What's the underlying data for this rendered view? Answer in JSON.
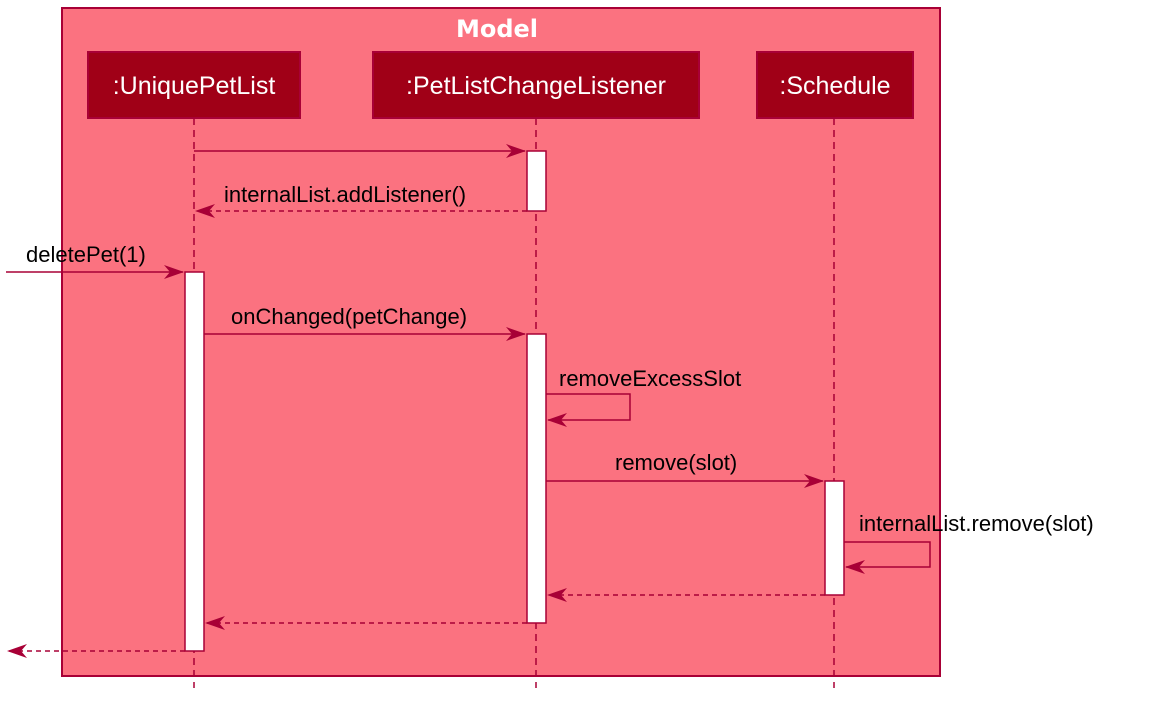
{
  "diagram": {
    "title": "Model",
    "colors": {
      "frame_fill": "#FB7280",
      "frame_stroke": "#A80036",
      "participant_fill": "#A00017",
      "line": "#A80036",
      "activation_fill": "#FFFFFF",
      "text": "#000000"
    },
    "participants": [
      {
        "id": "unique-pet-list",
        "label": ":UniquePetList"
      },
      {
        "id": "pet-list-change-listener",
        "label": ":PetListChangeListener"
      },
      {
        "id": "schedule",
        "label": ":Schedule"
      }
    ],
    "messages": [
      {
        "id": "register-listener",
        "label": "",
        "from": "unique-pet-list",
        "to": "pet-list-change-listener",
        "type": "sync"
      },
      {
        "id": "add-listener-return",
        "label": "internalList.addListener()",
        "from": "pet-list-change-listener",
        "to": "unique-pet-list",
        "type": "return"
      },
      {
        "id": "delete-pet",
        "label": "deletePet(1)",
        "from": "external",
        "to": "unique-pet-list",
        "type": "sync"
      },
      {
        "id": "on-changed",
        "label": "onChanged(petChange)",
        "from": "unique-pet-list",
        "to": "pet-list-change-listener",
        "type": "sync"
      },
      {
        "id": "remove-excess-slot",
        "label": "removeExcessSlot",
        "from": "pet-list-change-listener",
        "to": "pet-list-change-listener",
        "type": "self"
      },
      {
        "id": "remove-slot",
        "label": "remove(slot)",
        "from": "pet-list-change-listener",
        "to": "schedule",
        "type": "sync"
      },
      {
        "id": "internal-list-remove",
        "label": "internalList.remove(slot)",
        "from": "schedule",
        "to": "schedule",
        "type": "self"
      },
      {
        "id": "schedule-return",
        "label": "",
        "from": "schedule",
        "to": "pet-list-change-listener",
        "type": "return"
      },
      {
        "id": "listener-return",
        "label": "",
        "from": "pet-list-change-listener",
        "to": "unique-pet-list",
        "type": "return"
      },
      {
        "id": "delete-pet-return",
        "label": "",
        "from": "unique-pet-list",
        "to": "external",
        "type": "return"
      }
    ]
  }
}
